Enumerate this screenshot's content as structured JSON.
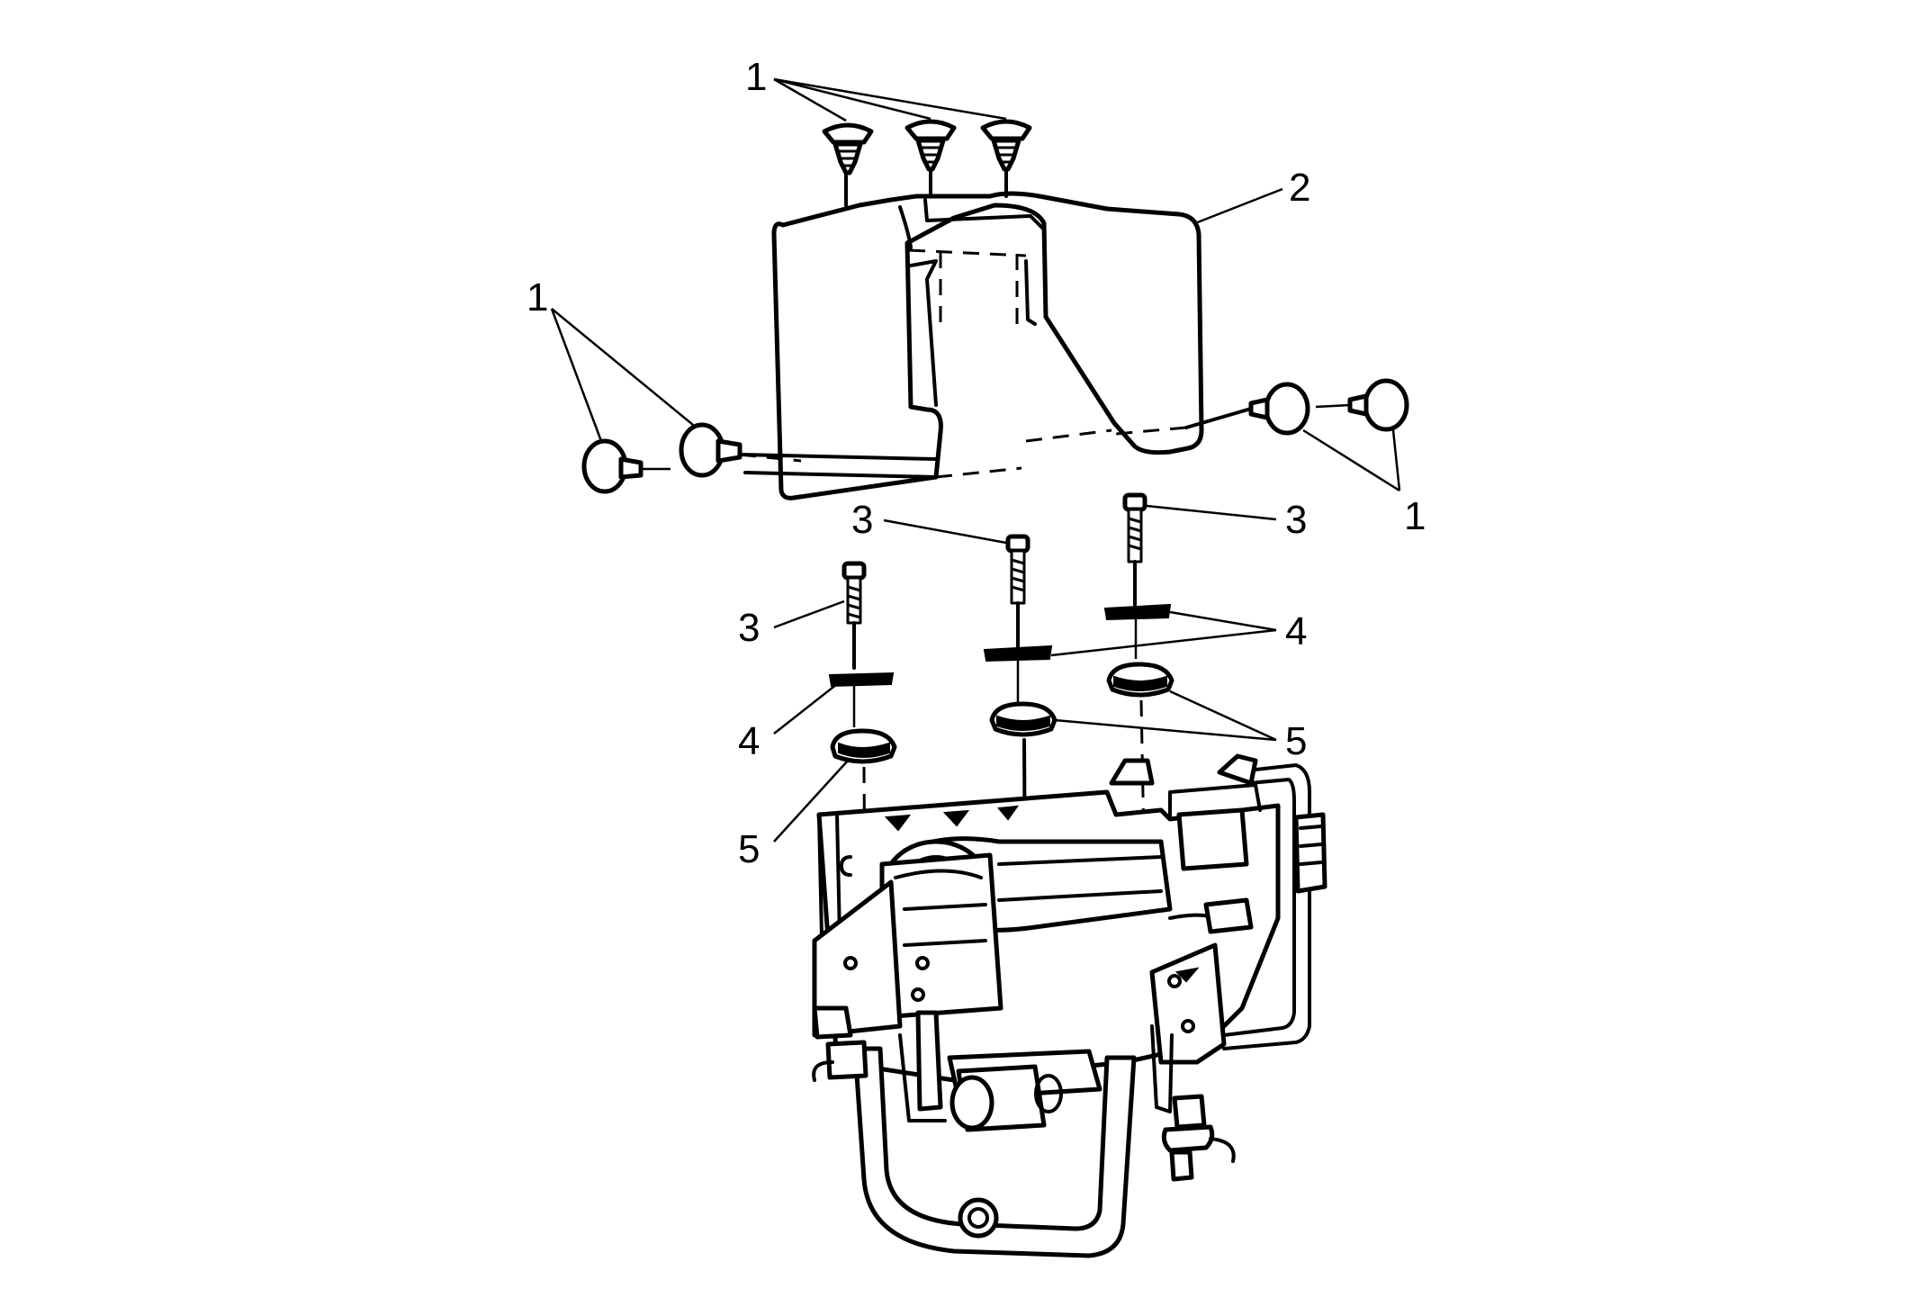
{
  "callouts": {
    "c1_top": "1",
    "c1_left": "1",
    "c1_right": "1",
    "c2": "2",
    "c3_center": "3",
    "c3_right": "3",
    "c3_left": "3",
    "c4_right": "4",
    "c4_left": "4",
    "c5_right": "5",
    "c5_left": "5"
  }
}
